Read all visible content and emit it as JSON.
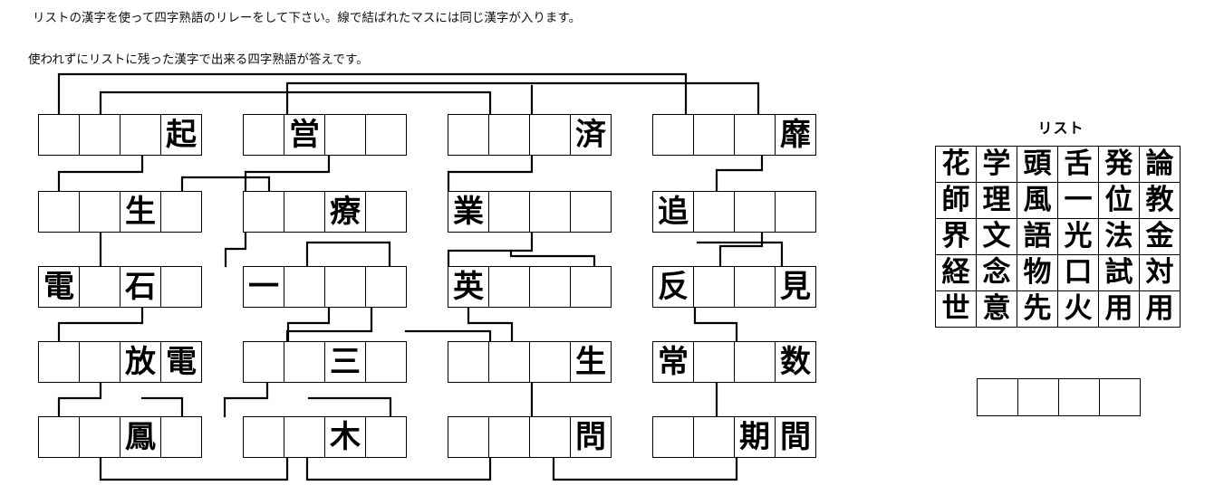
{
  "instructions": {
    "line1": "リストの漢字を使って四字熟語のリレーをして下さい。線で結ばれたマスには同じ漢字が入ります。",
    "line2": "使われずにリストに残った漢字で出来る四字熟語が答えです。"
  },
  "puzzle": {
    "rows": 5,
    "cols": 4,
    "cells_per_block": 4,
    "blocks": [
      {
        "row": 1,
        "col": 1,
        "name": "block-r1c1",
        "cells": [
          "",
          "",
          "",
          "起"
        ]
      },
      {
        "row": 1,
        "col": 2,
        "name": "block-r1c2",
        "cells": [
          "",
          "営",
          "",
          ""
        ]
      },
      {
        "row": 1,
        "col": 3,
        "name": "block-r1c3",
        "cells": [
          "",
          "",
          "",
          "済"
        ]
      },
      {
        "row": 1,
        "col": 4,
        "name": "block-r1c4",
        "cells": [
          "",
          "",
          "",
          "靡"
        ]
      },
      {
        "row": 2,
        "col": 1,
        "name": "block-r2c1",
        "cells": [
          "",
          "",
          "生",
          ""
        ]
      },
      {
        "row": 2,
        "col": 2,
        "name": "block-r2c2",
        "cells": [
          "",
          "",
          "療",
          ""
        ]
      },
      {
        "row": 2,
        "col": 3,
        "name": "block-r2c3",
        "cells": [
          "業",
          "",
          "",
          ""
        ]
      },
      {
        "row": 2,
        "col": 4,
        "name": "block-r2c4",
        "cells": [
          "追",
          "",
          "",
          ""
        ]
      },
      {
        "row": 3,
        "col": 1,
        "name": "block-r3c1",
        "cells": [
          "電",
          "",
          "石",
          ""
        ]
      },
      {
        "row": 3,
        "col": 2,
        "name": "block-r3c2",
        "cells": [
          "一",
          "",
          "",
          ""
        ]
      },
      {
        "row": 3,
        "col": 3,
        "name": "block-r3c3",
        "cells": [
          "英",
          "",
          "",
          ""
        ]
      },
      {
        "row": 3,
        "col": 4,
        "name": "block-r3c4",
        "cells": [
          "反",
          "",
          "",
          "見"
        ]
      },
      {
        "row": 4,
        "col": 1,
        "name": "block-r4c1",
        "cells": [
          "",
          "",
          "放",
          "電"
        ]
      },
      {
        "row": 4,
        "col": 2,
        "name": "block-r4c2",
        "cells": [
          "",
          "",
          "三",
          ""
        ]
      },
      {
        "row": 4,
        "col": 3,
        "name": "block-r4c3",
        "cells": [
          "",
          "",
          "",
          "生"
        ]
      },
      {
        "row": 4,
        "col": 4,
        "name": "block-r4c4",
        "cells": [
          "常",
          "",
          "",
          "数"
        ]
      },
      {
        "row": 5,
        "col": 1,
        "name": "block-r5c1",
        "cells": [
          "",
          "",
          "鳳",
          ""
        ]
      },
      {
        "row": 5,
        "col": 2,
        "name": "block-r5c2",
        "cells": [
          "",
          "",
          "木",
          ""
        ]
      },
      {
        "row": 5,
        "col": 3,
        "name": "block-r5c3",
        "cells": [
          "",
          "",
          "",
          "問"
        ]
      },
      {
        "row": 5,
        "col": 4,
        "name": "block-r5c4",
        "cells": [
          "",
          "",
          "期",
          "間"
        ]
      }
    ]
  },
  "list": {
    "title": "リスト",
    "rows": [
      [
        "花",
        "学",
        "頭",
        "舌",
        "発",
        "論"
      ],
      [
        "師",
        "理",
        "風",
        "一",
        "位",
        "教"
      ],
      [
        "界",
        "文",
        "語",
        "光",
        "法",
        "金"
      ],
      [
        "経",
        "念",
        "物",
        "口",
        "試",
        "対"
      ],
      [
        "世",
        "意",
        "先",
        "火",
        "用",
        "用"
      ]
    ]
  },
  "answer_box": {
    "cells": [
      "",
      "",
      "",
      ""
    ]
  },
  "colors": {
    "ink": "#000000",
    "paper": "#ffffff",
    "line": "#000000"
  }
}
